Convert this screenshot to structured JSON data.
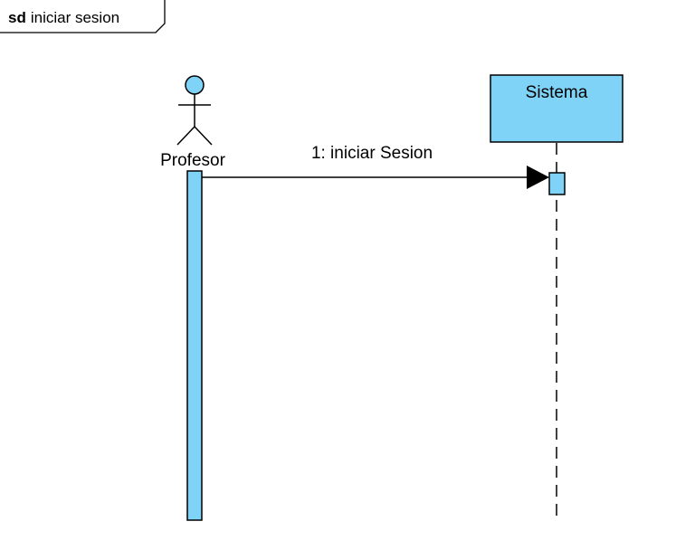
{
  "frame": {
    "keyword": "sd",
    "name": "iniciar sesion"
  },
  "actor": {
    "name": "Profesor",
    "icon": "stick-figure-actor-icon"
  },
  "lifeline": {
    "name": "Sistema"
  },
  "message": {
    "label": "1: iniciar Sesion",
    "arrow": "synchronous-filled-arrowhead"
  },
  "colors": {
    "fill": "#7fd3f7",
    "stroke": "#000000",
    "background": "#ffffff"
  }
}
